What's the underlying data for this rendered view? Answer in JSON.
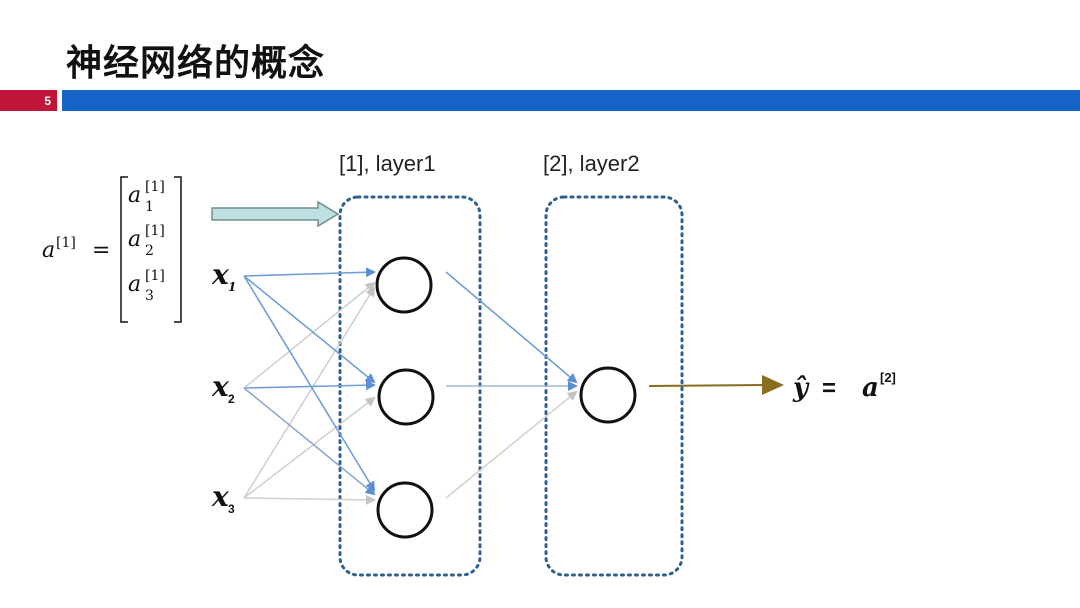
{
  "header": {
    "title": "神经网络的概念",
    "page_number": "5"
  },
  "diagram": {
    "layer1_label": "[1], layer1",
    "layer2_label": "[2], layer2",
    "inputs": [
      {
        "base": "x",
        "sub": "1"
      },
      {
        "base": "x",
        "sub": "2"
      },
      {
        "base": "x",
        "sub": "3"
      }
    ],
    "formula": {
      "lhs_base": "a",
      "lhs_sup": "[1]",
      "equals": "=",
      "entries": [
        {
          "base": "a",
          "sup": "[1]",
          "sub": "1"
        },
        {
          "base": "a",
          "sup": "[1]",
          "sub": "2"
        },
        {
          "base": "a",
          "sup": "[1]",
          "sub": "3"
        }
      ]
    },
    "output": {
      "yhat": "ŷ",
      "equals": "=",
      "a_base": "a",
      "a_sup": "[2]"
    },
    "colors": {
      "header_red": "#c0163a",
      "header_blue": "#1565c8",
      "dotted_border": "#2f5f8f",
      "edge_blue": "#6f9fd8",
      "edge_gray": "#c8c8c8",
      "output_arrow": "#8a6d1f",
      "pointer_arrow": "#bfe0e0"
    }
  }
}
